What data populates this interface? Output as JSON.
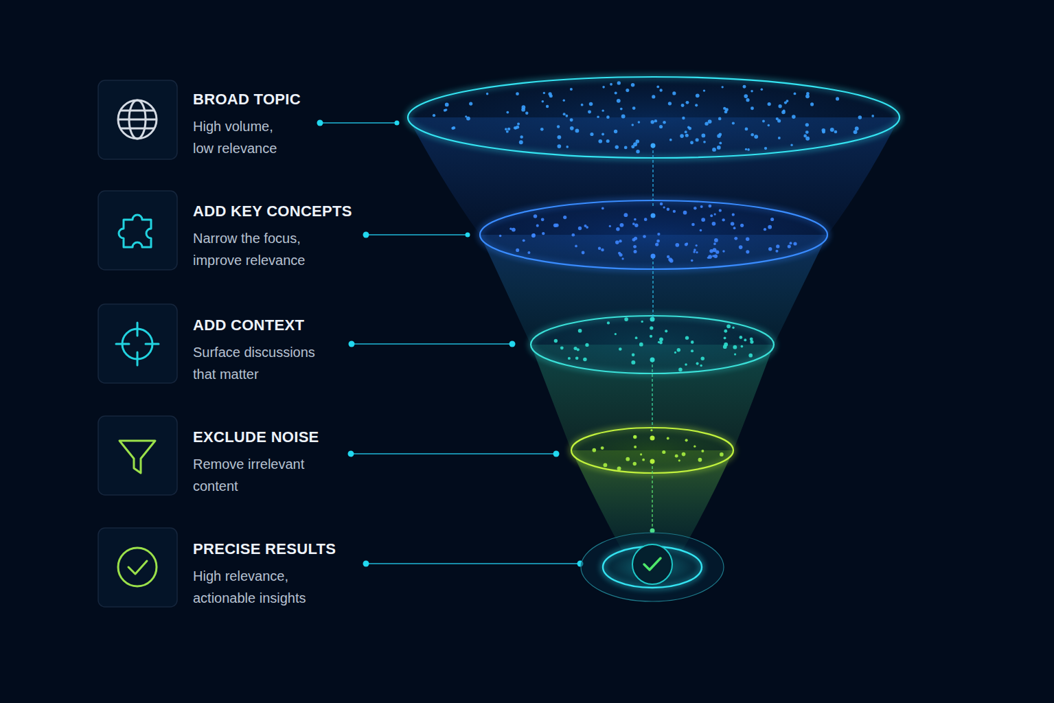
{
  "diagram": {
    "nodes": [
      {
        "text": [
          "BROAD TOPIC",
          "High volume, low relevance"
        ]
      },
      {
        "text": [
          "ADD KEY CONCEPTS",
          "Narrow the focus, improve relevance"
        ]
      },
      {
        "text": [
          "ADD CONTEXT",
          "Surface discussions that matter"
        ]
      },
      {
        "text": [
          "EXCLUDE NOISE",
          "Remove irrelevant content"
        ]
      },
      {
        "text": [
          "PRECISE RESULTS",
          "High relevance, actionable insights"
        ]
      }
    ]
  }
}
